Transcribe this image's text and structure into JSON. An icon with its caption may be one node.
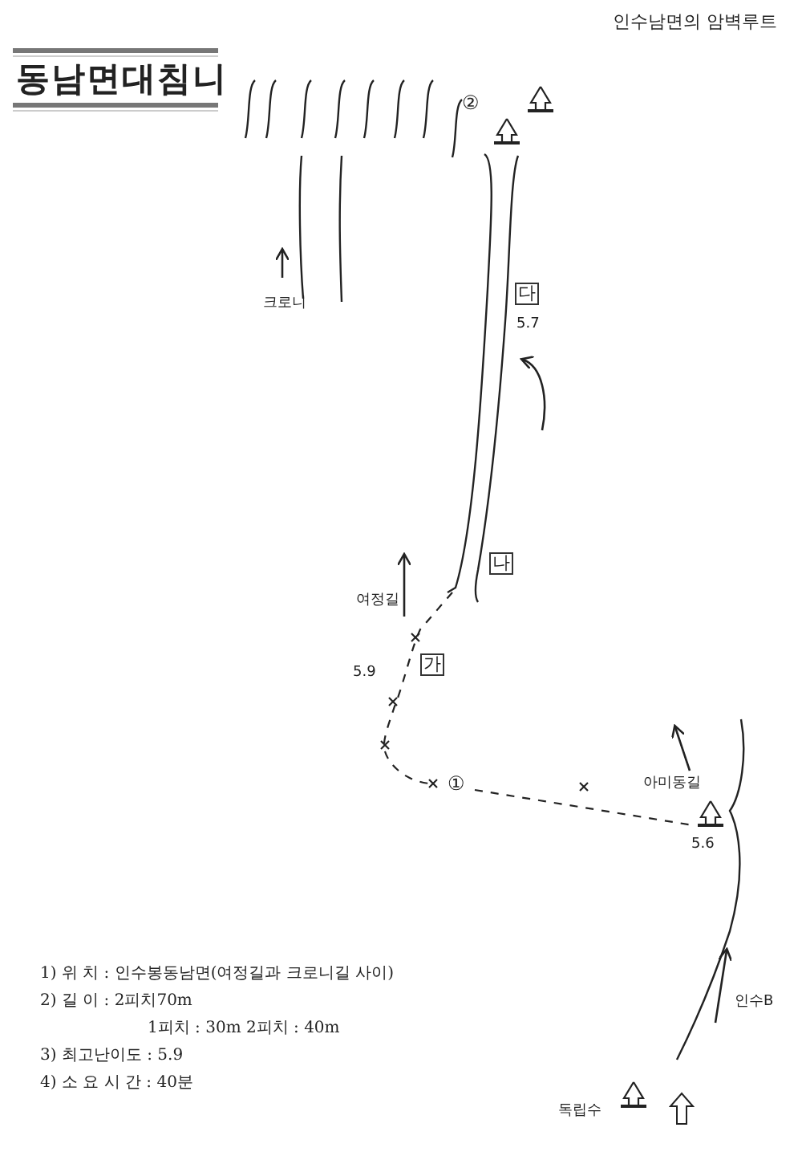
{
  "diagram": {
    "title": "동남면대침니",
    "labels": [
      "인수남면의 암벽루트",
      "②",
      "크로니",
      "다",
      "5.7",
      "여정길",
      "나",
      "가",
      "5.9",
      "①",
      "아미동길",
      "5.6",
      "1) 위 치 : 인수봉동남면(여정길과 크로니길 사이)",
      "2) 길 이 : 2피치70m",
      "1피치 : 30m 2피치 : 40m",
      "인수B",
      "3) 최고난이도 : 5.9",
      "4) 소 요 시 간 : 40분",
      "독립수"
    ]
  }
}
